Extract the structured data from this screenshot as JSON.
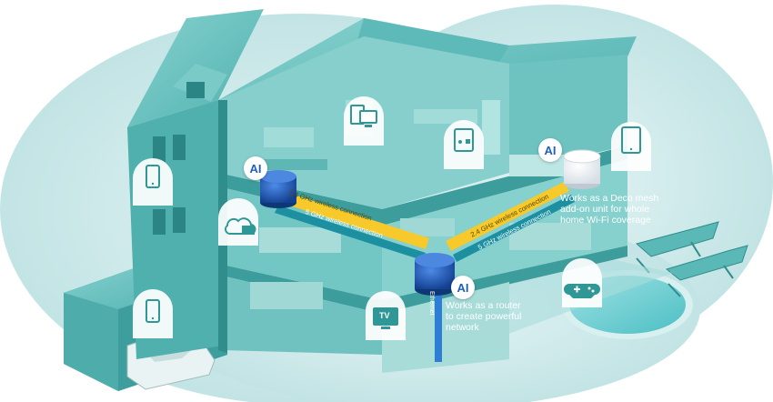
{
  "labels": {
    "ai": "AI",
    "router_text": "Works as a router to create powerful network",
    "mesh_text": "Works as a Deco mesh add-on unit for whole home Wi-Fi coverage",
    "band_24": "2.4 GHz wireless connection",
    "band_5": "5 GHz wireless connection",
    "ethernet": "Ethernet",
    "tv": "TV"
  },
  "colors": {
    "house": "#3fa6a6",
    "house_dark": "#2b8585",
    "background": "#cfe9ea",
    "band_24": "#f7c92b",
    "band_5": "#1c8fa1",
    "deco_blue": "#1f5fbf"
  },
  "icons": [
    "phone-icon",
    "tablet-icon",
    "cloud-laptop-icon",
    "computer-icon",
    "gamepad-icon",
    "gamepad-icon",
    "tv-icon",
    "phone-icon"
  ]
}
